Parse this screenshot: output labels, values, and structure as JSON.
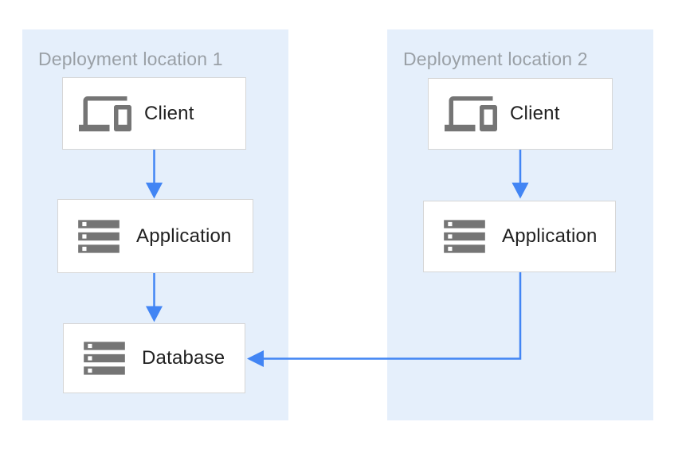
{
  "panels": [
    {
      "label": "Deployment location 1",
      "nodes": [
        {
          "label": "Client",
          "icon": "devices-icon"
        },
        {
          "label": "Application",
          "icon": "storage-icon"
        },
        {
          "label": "Database",
          "icon": "storage-icon"
        }
      ]
    },
    {
      "label": "Deployment location 2",
      "nodes": [
        {
          "label": "Client",
          "icon": "devices-icon"
        },
        {
          "label": "Application",
          "icon": "storage-icon"
        }
      ]
    }
  ],
  "edges": [
    {
      "from": "location1-client",
      "to": "location1-application",
      "shape": "straight-down"
    },
    {
      "from": "location1-application",
      "to": "location1-database",
      "shape": "straight-down"
    },
    {
      "from": "location2-client",
      "to": "location2-application",
      "shape": "straight-down"
    },
    {
      "from": "location2-application",
      "to": "location1-database",
      "shape": "down-then-left"
    }
  ],
  "colors": {
    "panel_background": "#e5effb",
    "node_background": "#ffffff",
    "node_border": "#d6d6d6",
    "arrow": "#4285f4",
    "icon": "#757575",
    "node_text": "#212121",
    "panel_label_text": "#9aa0a6"
  }
}
